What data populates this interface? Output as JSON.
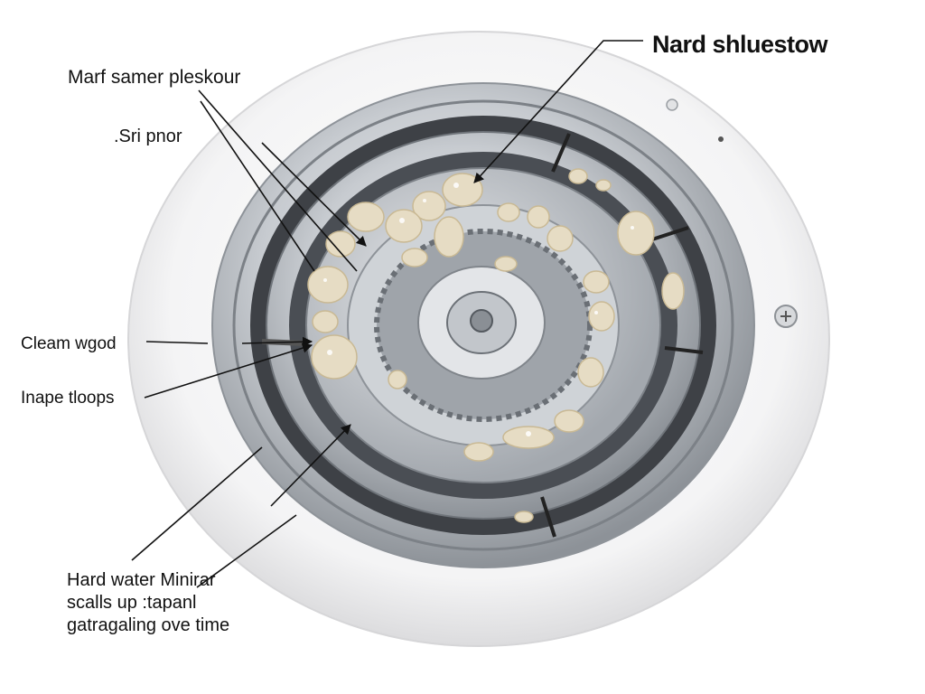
{
  "labels": {
    "top_right": "Nard shluestow",
    "top_left_1": "Marf samer pleskour",
    "top_left_2": ".Sri pnor",
    "mid_left_1": "Cleam wgod",
    "mid_left_2": "Inape tloops",
    "bottom_left": [
      "Hard water Minirar",
      "scalls up :tapanl",
      "gatragaling ove time"
    ]
  },
  "colors": {
    "background": "#ffffff",
    "outer_ring": "#ededee",
    "metal_light": "#dcdfe2",
    "metal_mid": "#b9bdc2",
    "metal_dark": "#3e4146",
    "scale_deposit": "#e6dcc4",
    "leader_line": "#111111",
    "text": "#111111"
  }
}
